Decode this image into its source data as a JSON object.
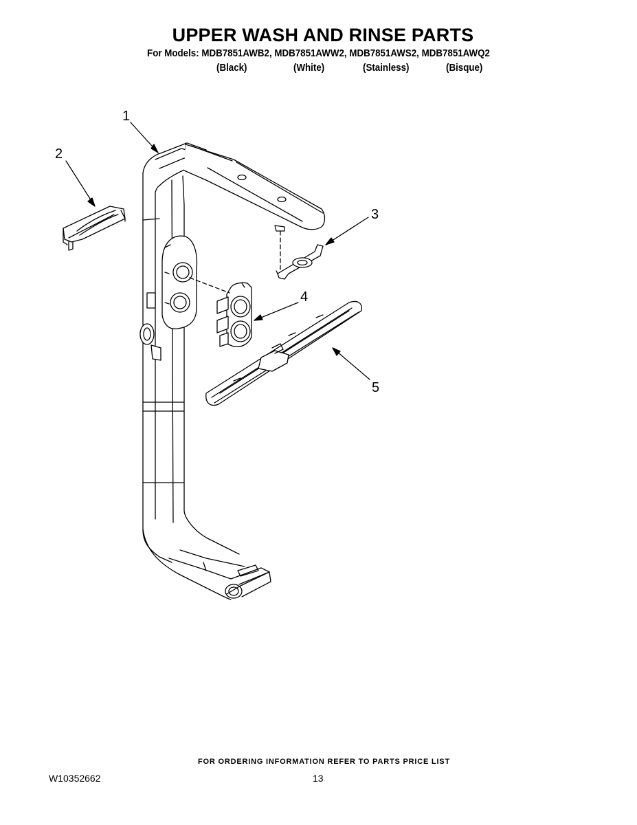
{
  "header": {
    "title": "UPPER WASH AND RINSE PARTS",
    "models_line": "For Models: MDB7851AWB2, MDB7851AWW2, MDB7851AWS2, MDB7851AWQ2",
    "variants": [
      "(Black)",
      "(White)",
      "(Stainless)",
      "(Bisque)"
    ]
  },
  "callouts": [
    "1",
    "2",
    "3",
    "4",
    "5"
  ],
  "footer": {
    "ordering_note": "FOR ORDERING INFORMATION REFER TO PARTS PRICE LIST",
    "document_number": "W10352662",
    "page_number": "13"
  }
}
